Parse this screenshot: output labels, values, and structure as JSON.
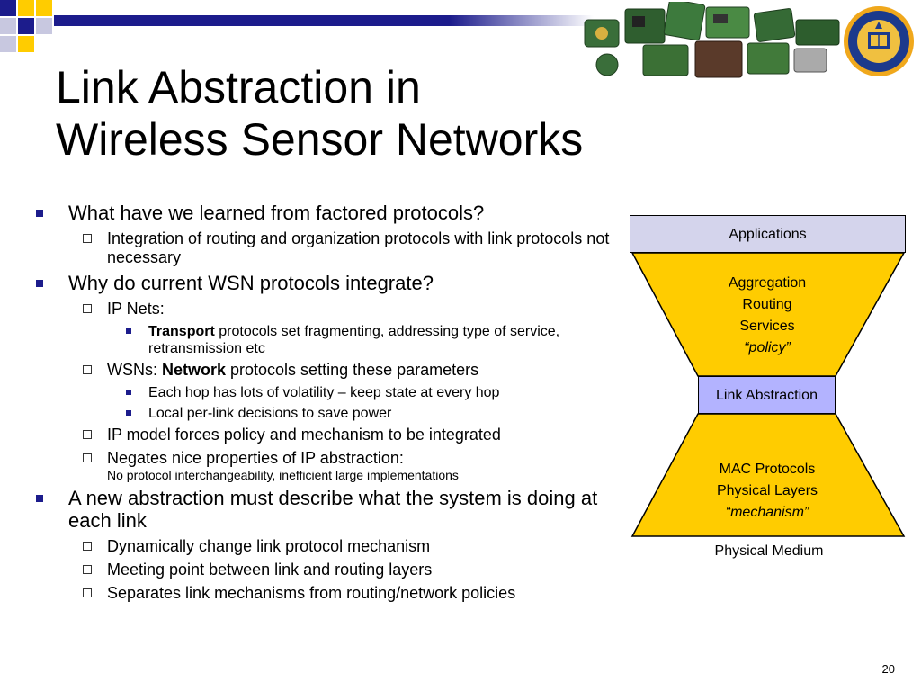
{
  "slide": {
    "title_line1": "Link Abstraction in",
    "title_line2": "Wireless Sensor Networks",
    "page_number": "20"
  },
  "bullets": {
    "b1": "What have we learned from factored protocols?",
    "b1_1": "Integration of routing and organization protocols with link protocols not necessary",
    "b2": "Why do current WSN protocols integrate?",
    "b2_1": "IP Nets:",
    "b2_1_1_bold": "Transport",
    "b2_1_1_rest": " protocols set fragmenting, addressing type of service, retransmission etc",
    "b2_2_prefix": "WSNs: ",
    "b2_2_bold": "Network",
    "b2_2_rest": " protocols setting these parameters",
    "b2_2_1": "Each hop has lots of volatility – keep state at every hop",
    "b2_2_2": "Local per-link decisions to save power",
    "b2_3": "IP model forces policy and mechanism to be integrated",
    "b2_4": "Negates nice properties of IP abstraction:",
    "b2_4_small": "No protocol interchangeability, inefficient large implementations",
    "b3": "A new abstraction must describe what the system is doing at each link",
    "b3_1": "Dynamically change link protocol mechanism",
    "b3_2": "Meeting point between link and routing layers",
    "b3_3": "Separates link mechanisms from routing/network policies"
  },
  "diagram": {
    "applications": "Applications",
    "upper_line1": "Aggregation",
    "upper_line2": "Routing",
    "upper_line3": "Services",
    "upper_line4": "“policy”",
    "link_abstraction": "Link Abstraction",
    "lower_line1": "MAC Protocols",
    "lower_line2": "Physical Layers",
    "lower_line3": "“mechanism”",
    "physical_medium": "Physical Medium"
  },
  "colors": {
    "accent": "#1c1c8c",
    "hourglass": "#ffcc00",
    "applications_box": "#d4d4ec",
    "link_box": "#b3b3ff"
  }
}
